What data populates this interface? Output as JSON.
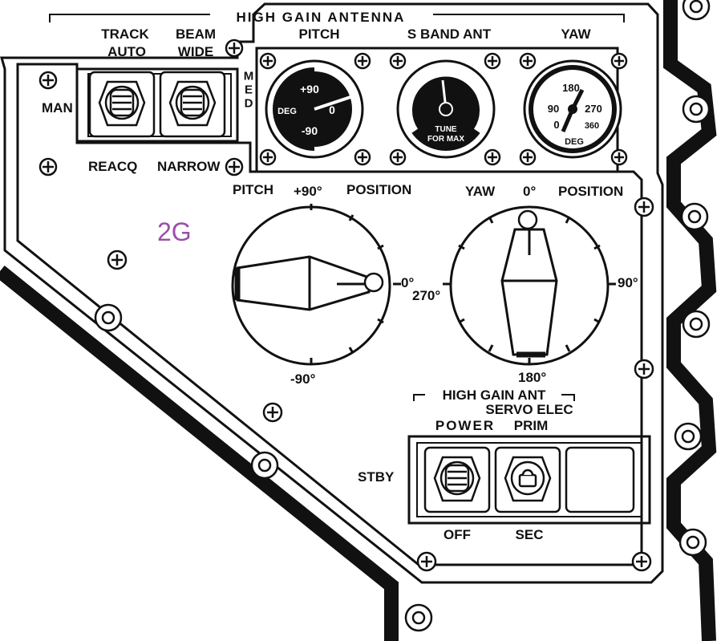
{
  "panel_id": "2G",
  "header": {
    "title": "HIGH GAIN ANTENNA"
  },
  "top_switches": {
    "track": {
      "top": "TRACK",
      "upper": "AUTO",
      "left": "MAN",
      "lower": "REACQ"
    },
    "beam": {
      "top": "BEAM",
      "upper": "WIDE",
      "right": "MED",
      "lower": "NARROW"
    }
  },
  "gauges": {
    "pitch": {
      "label": "PITCH",
      "unit": "DEG",
      "ticks": [
        "+90",
        "0",
        "-90"
      ]
    },
    "sband": {
      "label": "S BAND ANT",
      "caption": [
        "TUNE",
        "FOR MAX"
      ]
    },
    "yaw": {
      "label": "YAW",
      "unit": "DEG",
      "ticks": [
        "180",
        "90",
        "270",
        "0",
        "360"
      ]
    }
  },
  "pitch_dial": {
    "label_left": "PITCH",
    "label_top": "+90°",
    "label_right": "POSITION",
    "label_0": "0°",
    "label_bottom": "-90°"
  },
  "yaw_dial": {
    "label_left": "YAW",
    "label_top": "0°",
    "label_right": "POSITION",
    "label_270": "270°",
    "label_90": "90°",
    "label_bottom": "180°"
  },
  "servo": {
    "title": "HIGH GAIN ANT",
    "subtitle": "SERVO ELEC",
    "power": "POWER",
    "prim": "PRIM",
    "stby": "STBY",
    "off": "OFF",
    "sec": "SEC"
  },
  "colors": {
    "ink": "#111111",
    "panel_id": "#9b4fa8"
  }
}
